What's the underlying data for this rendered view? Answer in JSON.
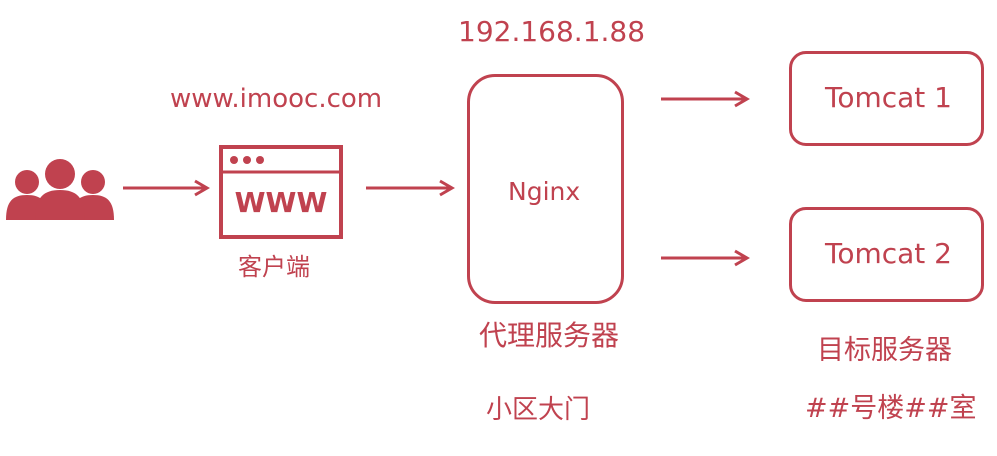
{
  "server_ip": "192.168.1.88",
  "client": {
    "site": "www.imooc.com",
    "browser_text": "WWW",
    "label": "客户端"
  },
  "proxy": {
    "name": "Nginx",
    "label": "代理服务器",
    "metaphor": "小区大门"
  },
  "targets": {
    "tomcat1": "Tomcat 1",
    "tomcat2": "Tomcat 2",
    "label": "目标服务器",
    "metaphor": "##号楼##室"
  },
  "icons": {
    "users": "users-icon",
    "browser": "browser-window-icon",
    "arrow": "right-arrow-icon"
  },
  "colors": {
    "accent": "#c0424f",
    "background": "#ffffff"
  }
}
